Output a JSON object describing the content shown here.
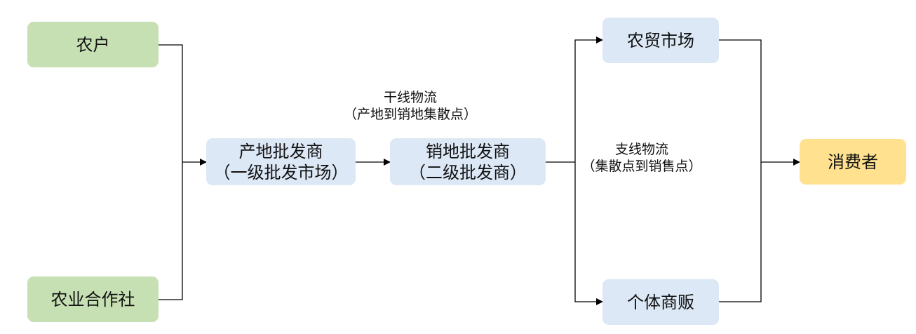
{
  "nodes": {
    "farmer": "农户",
    "coop": "农业合作社",
    "wholesaler1": {
      "line1": "产地批发商",
      "line2": "（一级批发市场）"
    },
    "wholesaler2": {
      "line1": "销地批发商",
      "line2": "（二级批发商）"
    },
    "farmers_market": "农贸市场",
    "vendor": "个体商贩",
    "consumer": "消费者"
  },
  "edge_labels": {
    "trunk": {
      "line1": "干线物流",
      "line2": "（产地到销地集散点）"
    },
    "branch": {
      "line1": "支线物流",
      "line2": "（集散点到销售点）"
    }
  },
  "colors": {
    "source": "#c6e0b4",
    "intermediate": "#dce8f5",
    "consumer": "#ffe18f",
    "line": "#000000"
  }
}
